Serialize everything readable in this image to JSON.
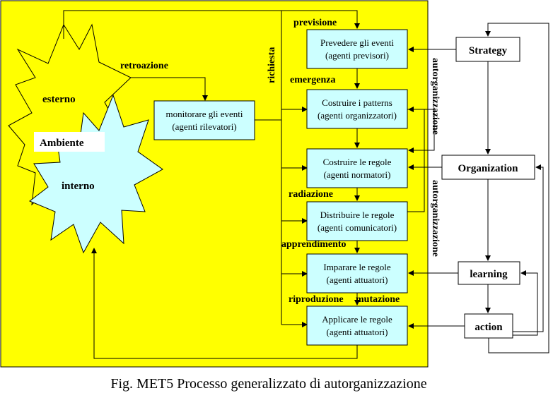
{
  "colors": {
    "background": "#ffff00",
    "process_box": "#ccffff",
    "burst_inner": "#ccffff",
    "burst_outer": "#ffff00",
    "line": "#000000",
    "label_bg": "#ffffff"
  },
  "environment": {
    "outer_label": "esterno",
    "center_label": "Ambiente",
    "inner_label": "interno"
  },
  "process_boxes": [
    {
      "line1": "Prevedere gli eventi",
      "line2": "(agenti previsori)"
    },
    {
      "line1": "Costruire i patterns",
      "line2": "(agenti organizzatori)"
    },
    {
      "line1": "Costruire le regole",
      "line2": "(agenti normatori)"
    },
    {
      "line1": "Distribuire le regole",
      "line2": "(agenti comunicatori)"
    },
    {
      "line1": "Imparare le regole",
      "line2": "(agenti attuatori)"
    },
    {
      "line1": "Applicare le regole",
      "line2": "(agenti attuatori)"
    }
  ],
  "monitor_box": {
    "line1": "monitorare gli eventi",
    "line2": "(agenti rilevatori)"
  },
  "flow_labels": {
    "retroazione": "retroazione",
    "richiesta": "richiesta",
    "previsione": "previsione",
    "emergenza": "emergenza",
    "radiazione": "radiazione",
    "apprendimento": "apprendimento",
    "riproduzione": "riproduzione",
    "mutazione": "mutazione",
    "autorganizzazione_1": "autorganizzazione",
    "autorganizzazione_2": "autorganizzazione"
  },
  "right_boxes": {
    "strategy": "Strategy",
    "organization": "Organization",
    "learning": "learning",
    "action": "action"
  },
  "caption": "Fig. MET5 Processo generalizzato di autorganizzazione"
}
